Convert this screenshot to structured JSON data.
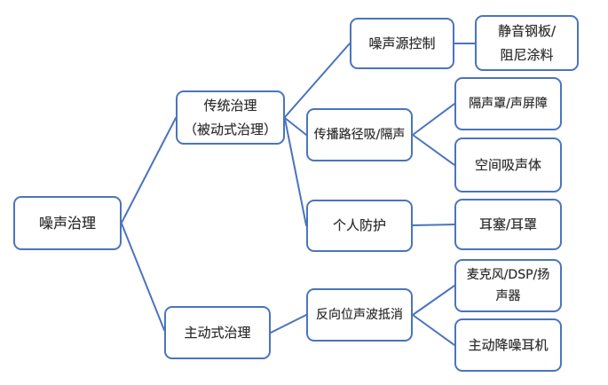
{
  "diagram": {
    "type": "mindmap",
    "background_color": "#ffffff",
    "box_border_color": "#4b74bd",
    "line_color": "#4b74bd",
    "text_color": "#2e2e2e",
    "nodes": {
      "root": {
        "label": "噪声治理"
      },
      "trad": {
        "label": "传统治理\n（被动式治理）"
      },
      "active": {
        "label": "主动式治理"
      },
      "src": {
        "label": "噪声源控制"
      },
      "path": {
        "label": "传播路径吸/隔声"
      },
      "personal": {
        "label": "个人防护"
      },
      "anti": {
        "label": "反向位声波抵消"
      },
      "steel": {
        "label": "静音钢板/\n阻尼涂料"
      },
      "cover": {
        "label": "隔声罩/声屏障"
      },
      "absorb": {
        "label": "空间吸声体"
      },
      "ear": {
        "label": "耳塞/耳罩"
      },
      "mic": {
        "label": "麦克风/DSP/扬\n声器"
      },
      "anc": {
        "label": "主动降噪耳机"
      }
    },
    "edges": [
      {
        "from": "root",
        "to": "trad"
      },
      {
        "from": "root",
        "to": "active"
      },
      {
        "from": "trad",
        "to": "src"
      },
      {
        "from": "trad",
        "to": "path"
      },
      {
        "from": "trad",
        "to": "personal"
      },
      {
        "from": "active",
        "to": "anti"
      },
      {
        "from": "src",
        "to": "steel"
      },
      {
        "from": "path",
        "to": "cover"
      },
      {
        "from": "path",
        "to": "absorb"
      },
      {
        "from": "personal",
        "to": "ear"
      },
      {
        "from": "anti",
        "to": "mic"
      },
      {
        "from": "anti",
        "to": "anc"
      }
    ]
  }
}
